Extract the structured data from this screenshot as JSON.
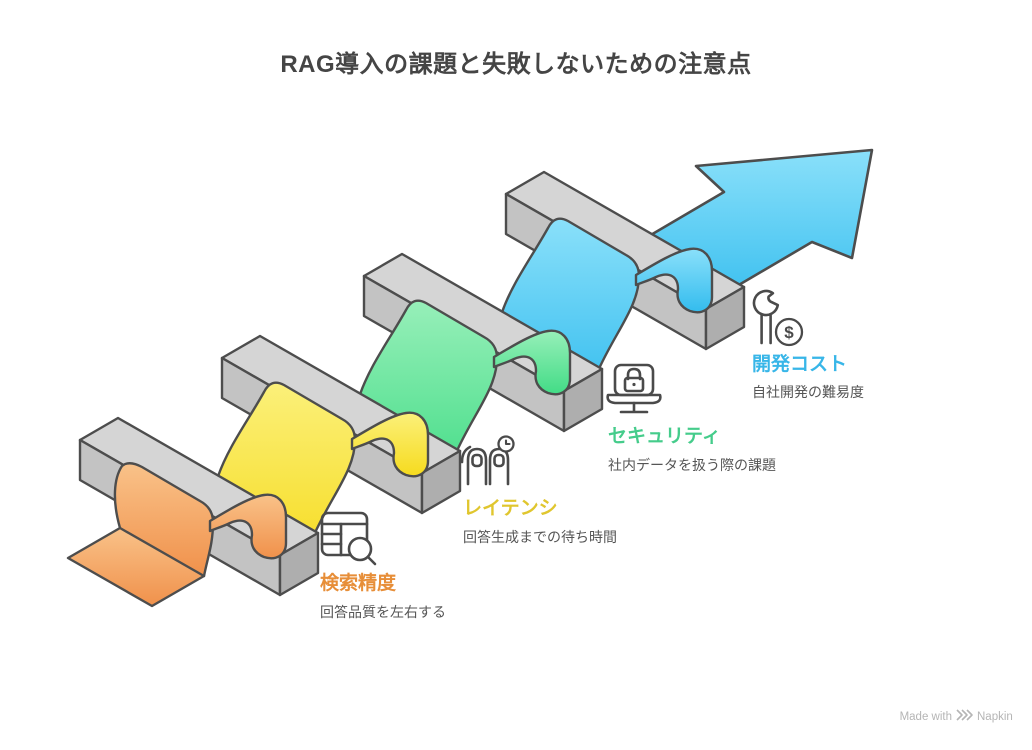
{
  "title": "RAG導入の課題と失敗しないための注意点",
  "colors": {
    "outline": "#4D4D4D",
    "bar_top": "#D5D5D5",
    "bar_front": "#C3C3C3",
    "bar_end": "#AEAEAE",
    "title_text": "#454545",
    "desc_text": "#555555",
    "icon_stroke": "#4A4A4A",
    "footer_text": "#B5B5B5"
  },
  "steps": [
    {
      "id": "search-accuracy",
      "label": "検索精度",
      "desc": "回答品質を左右する",
      "color": "#E78E38",
      "grad_light": "#F9C289",
      "grad_dark": "#F0914B",
      "icon": "table-search-icon"
    },
    {
      "id": "latency",
      "label": "レイテンシ",
      "desc": "回答生成までの待ち時間",
      "color": "#E0C62E",
      "grad_light": "#FBF07A",
      "grad_dark": "#F6DB1E",
      "icon": "waiting-people-clock-icon"
    },
    {
      "id": "security",
      "label": "セキュリティ",
      "desc": "社内データを扱う際の課題",
      "color": "#45CC8B",
      "grad_light": "#97EFB9",
      "grad_dark": "#42DC86",
      "icon": "laptop-lock-icon"
    },
    {
      "id": "development-cost",
      "label": "開発コスト",
      "desc": "自社開発の難易度",
      "color": "#38B6E8",
      "grad_light": "#8AE0FA",
      "grad_dark": "#33BCEE",
      "icon": "wrench-dollar-icon"
    }
  ],
  "footer": {
    "made_with": "Made with",
    "brand": "Napkin"
  }
}
